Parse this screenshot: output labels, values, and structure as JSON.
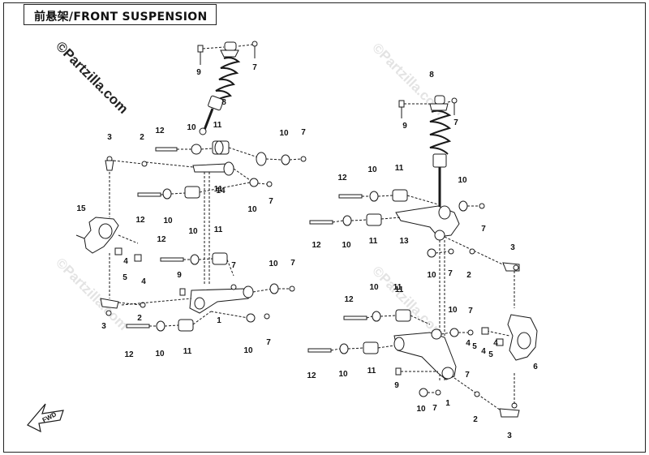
{
  "title": "前悬架/FRONT SUSPENSION",
  "watermark": {
    "text": "©Partzilla.com"
  },
  "fwd_label": "FWD",
  "callouts": [
    {
      "n": "1"
    },
    {
      "n": "2"
    },
    {
      "n": "3"
    },
    {
      "n": "4"
    },
    {
      "n": "5"
    },
    {
      "n": "6"
    },
    {
      "n": "7"
    },
    {
      "n": "8"
    },
    {
      "n": "9"
    },
    {
      "n": "10"
    },
    {
      "n": "11"
    },
    {
      "n": "12"
    },
    {
      "n": "13"
    },
    {
      "n": "14"
    },
    {
      "n": "15"
    }
  ],
  "colors": {
    "line": "#1a1a1a",
    "watermark": "#c9c9c9"
  }
}
